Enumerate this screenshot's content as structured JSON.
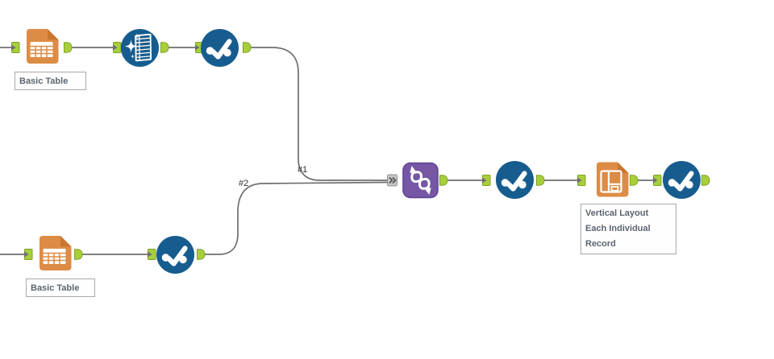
{
  "canvas": {
    "type": "workflow-canvas",
    "background": "#ffffff"
  },
  "palette": {
    "tool_orange": "#DD8C45",
    "tool_orange_fold": "#C9772F",
    "tool_blue": "#175C8E",
    "tool_purple": "#7557A4",
    "tool_purple_border": "#5E4292",
    "anchor_green": "#A8CF3B",
    "anchor_green_border": "#7FA12A",
    "multi_anchor_gray": "#C6C6C6",
    "wire_gray": "#6E6E6E",
    "annotation_text": "#5B6570",
    "annotation_border": "#A9A9A9",
    "connection_label_text": "#303030"
  },
  "nodes": [
    {
      "id": "basic-table-1",
      "icon": "document-table-icon",
      "annotation": "Basic Table"
    },
    {
      "id": "render-table",
      "icon": "sparkle-table-icon"
    },
    {
      "id": "browse-1",
      "icon": "browse-check-icon"
    },
    {
      "id": "basic-table-2",
      "icon": "document-table-icon",
      "annotation": "Basic Table"
    },
    {
      "id": "browse-2",
      "icon": "browse-check-icon"
    },
    {
      "id": "join-multiple",
      "icon": "dna-helix-icon"
    },
    {
      "id": "browse-3",
      "icon": "browse-check-icon"
    },
    {
      "id": "vertical-layout",
      "icon": "document-layout-icon",
      "annotation": "Vertical Layout\nEach Individual\nRecord"
    },
    {
      "id": "browse-4",
      "icon": "browse-check-icon"
    }
  ],
  "connection_labels": {
    "wire_1": "#1",
    "wire_2": "#2"
  }
}
